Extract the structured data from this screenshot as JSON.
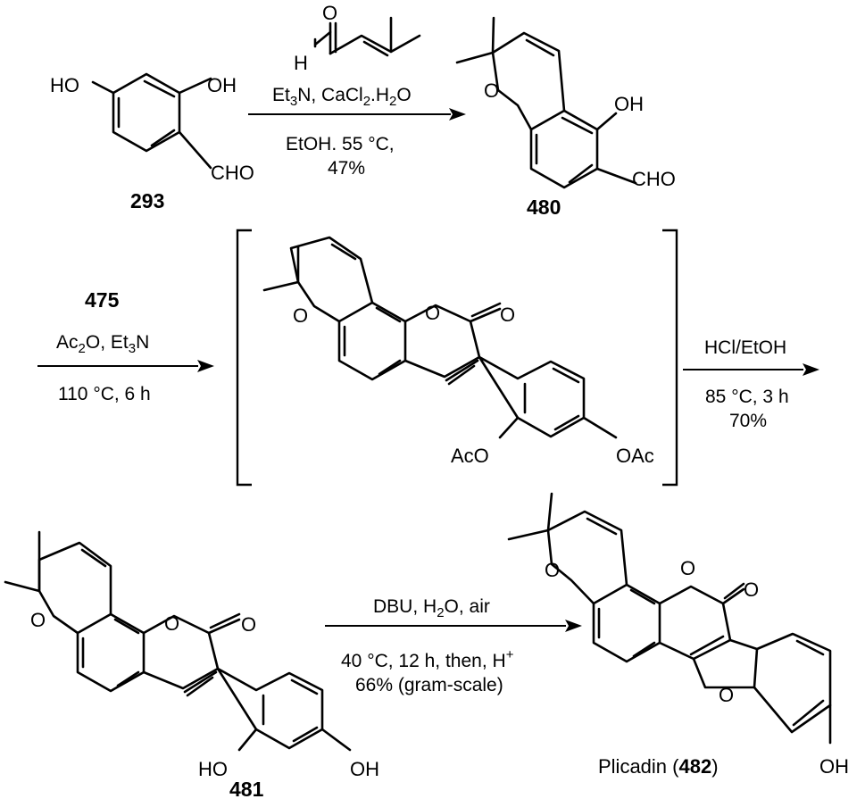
{
  "compounds": {
    "c293": {
      "label": "293",
      "ho_left": "HO",
      "ho_right": "OH",
      "cho": "CHO"
    },
    "c480": {
      "label": "480",
      "o_ring": "O",
      "oh": "OH",
      "cho": "CHO"
    },
    "intermediate": {
      "o_ring": "O",
      "o_lactone": "O",
      "o_carbonyl": "O",
      "oac_left": "AcO",
      "oac_right": "OAc"
    },
    "c481": {
      "label": "481",
      "o_ring": "O",
      "o_lactone": "O",
      "o_carbonyl": "O",
      "oh_left": "HO",
      "oh_right": "OH"
    },
    "c482": {
      "name": "Plicadin",
      "label": "482",
      "paren_open": "(",
      "paren_close": ")",
      "o_ring": "O",
      "o_lactone": "O",
      "o_carbonyl": "O",
      "o_furan": "O",
      "oh": "OH"
    }
  },
  "reagents": {
    "aldehyde_o": "O",
    "aldehyde_h": "H"
  },
  "conditions": {
    "step1": {
      "line1_a": "Et",
      "line1_sub1": "3",
      "line1_b": "N, CaCl",
      "line1_sub2": "2",
      "line1_c": ".H",
      "line1_sub3": "2",
      "line1_d": "O",
      "line2": "EtOH. 55 °C,",
      "line3": "47%"
    },
    "step2": {
      "reagent": "475",
      "line1_a": "Ac",
      "line1_sub1": "2",
      "line1_b": "O, Et",
      "line1_sub2": "3",
      "line1_c": "N",
      "line2": "110 °C, 6 h"
    },
    "step3": {
      "line1": "HCl/EtOH",
      "line2": "85 °C, 3 h",
      "line3": "70%"
    },
    "step4": {
      "line1_a": "DBU, H",
      "line1_sub": "2",
      "line1_b": "O, air",
      "line2_a": "40 °C, 12 h, then, H",
      "line2_sup": "+",
      "line3": "66% (gram-scale)"
    }
  }
}
